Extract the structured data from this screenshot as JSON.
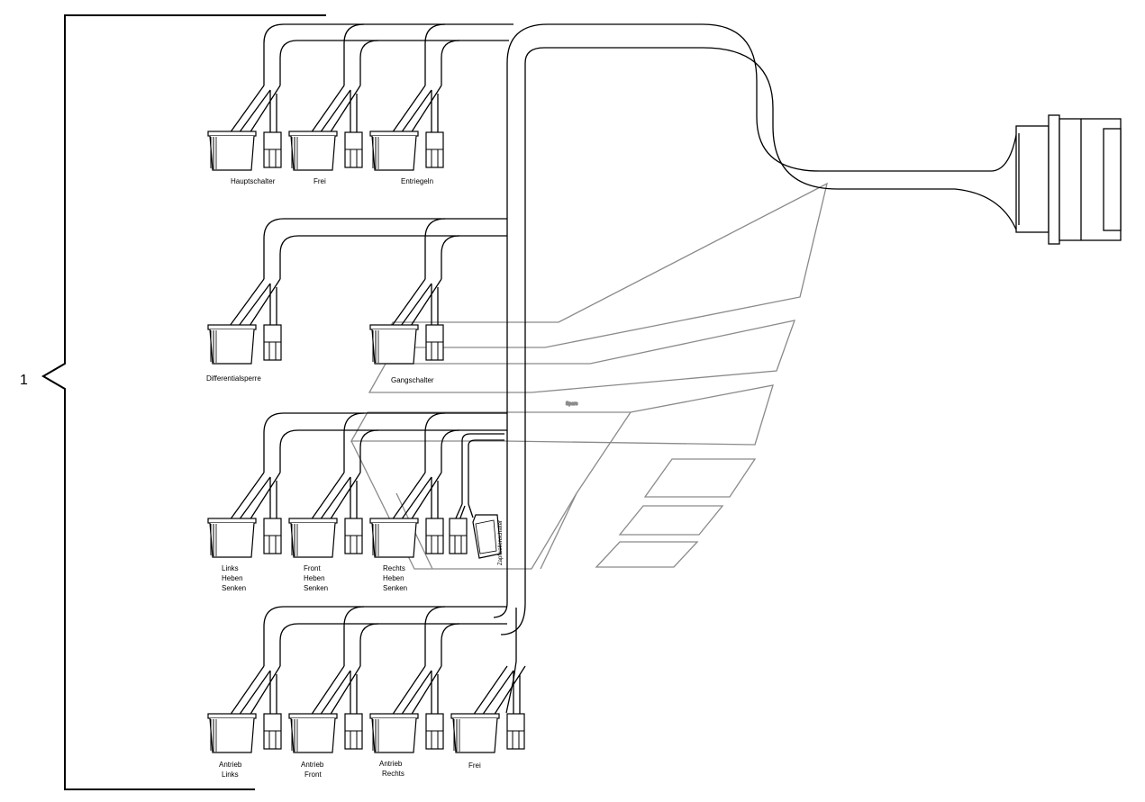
{
  "callout": {
    "number": "1"
  },
  "watermark": {
    "text": "Spare",
    "color": "#8a8a8a"
  },
  "connectors": {
    "hauptschalter": "Hauptschalter",
    "frei_1": "Frei",
    "entriegeln": "Entriegeln",
    "differentialsperre": "Differentialsperre",
    "gangschalter": "Gangschalter",
    "links_heben_senken": [
      "Links",
      "Heben",
      "Senken"
    ],
    "front_heben_senken": [
      "Front",
      "Heben",
      "Senken"
    ],
    "rechts_heben_senken": [
      "Rechts",
      "Heben",
      "Senken"
    ],
    "zapfwelle": "Zapfwellenschalter",
    "antrieb_links": [
      "Antrieb",
      "Links"
    ],
    "antrieb_front": [
      "Antrieb",
      "Front"
    ],
    "antrieb_rechts": [
      "Antrieb",
      "Rechts"
    ],
    "frei_2": "Frei"
  },
  "colors": {
    "line": "#000000",
    "watermark": "#8a8a8a"
  }
}
